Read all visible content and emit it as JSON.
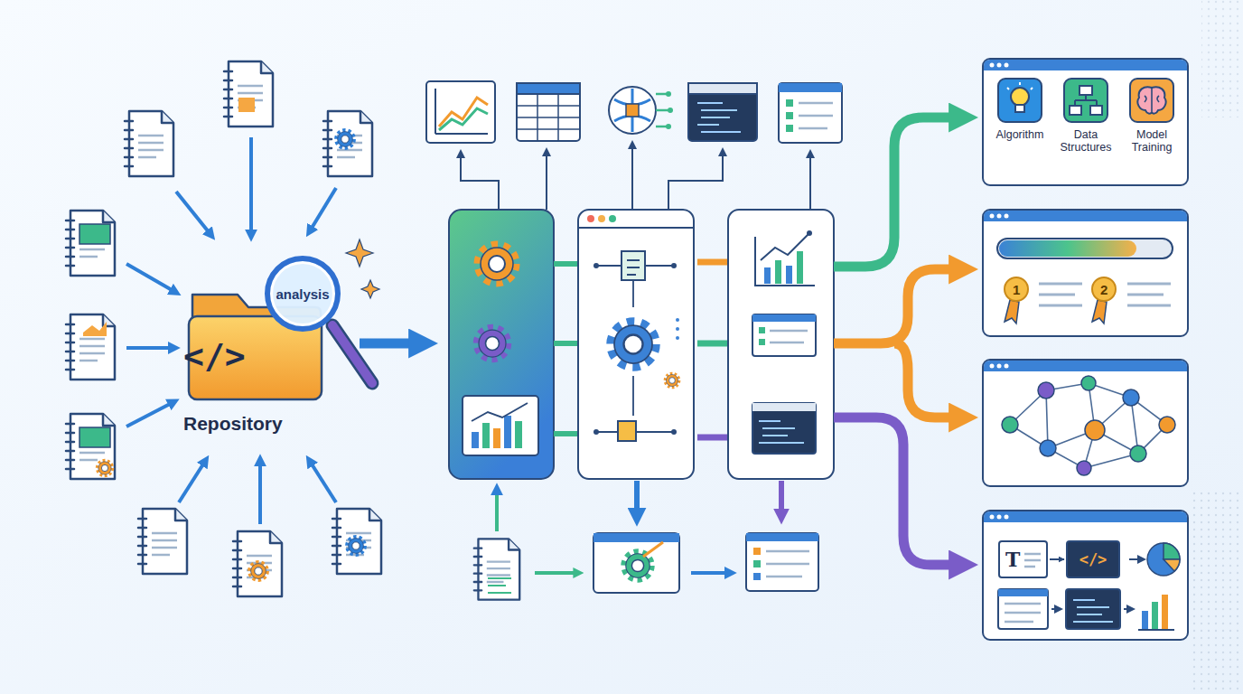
{
  "diagram": {
    "nodes": [
      {
        "text": [
          "</>",
          "Repository"
        ]
      },
      {
        "text": [
          "analysis"
        ]
      },
      {
        "text": [
          "Algorithm"
        ]
      },
      {
        "text": [
          "Data Structures"
        ]
      },
      {
        "text": [
          "Model Training"
        ]
      },
      {
        "text": [
          "1"
        ]
      },
      {
        "text": [
          "2"
        ]
      },
      {
        "text": [
          "T"
        ]
      },
      {
        "text": [
          "</>"
        ]
      }
    ],
    "edges": [
      {
        "from": 7,
        "to": 8,
        "arrow": "to"
      }
    ]
  }
}
